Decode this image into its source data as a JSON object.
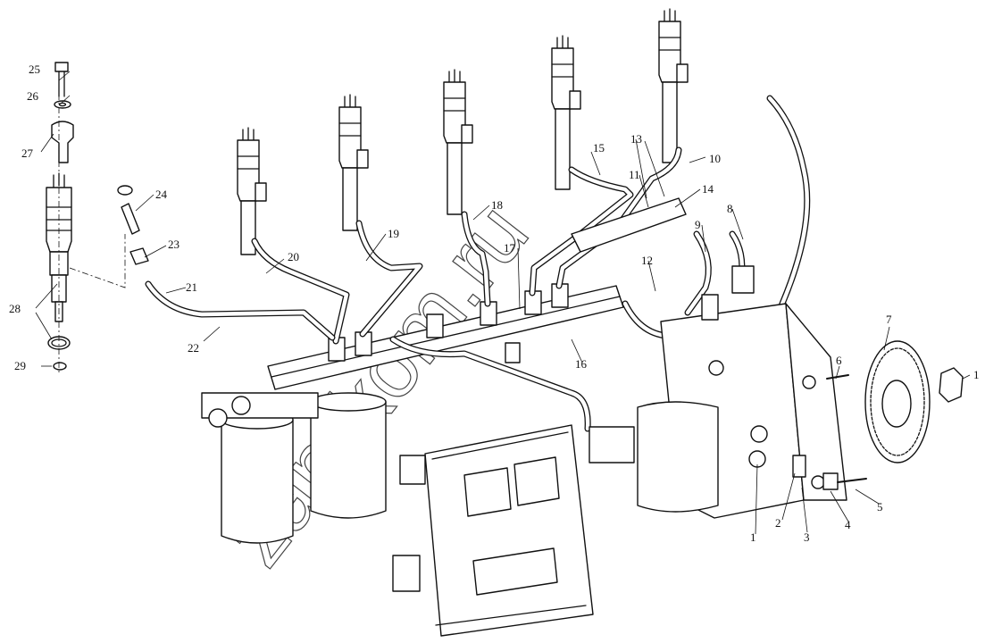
{
  "diagram": {
    "callouts": [
      {
        "id": "c1",
        "label": "1"
      },
      {
        "id": "c1b",
        "label": "1"
      },
      {
        "id": "c2",
        "label": "2"
      },
      {
        "id": "c3",
        "label": "3"
      },
      {
        "id": "c4",
        "label": "4"
      },
      {
        "id": "c5",
        "label": "5"
      },
      {
        "id": "c6",
        "label": "6"
      },
      {
        "id": "c7",
        "label": "7"
      },
      {
        "id": "c8",
        "label": "8"
      },
      {
        "id": "c9",
        "label": "9"
      },
      {
        "id": "c10",
        "label": "10"
      },
      {
        "id": "c11",
        "label": "11"
      },
      {
        "id": "c12",
        "label": "12"
      },
      {
        "id": "c13",
        "label": "13"
      },
      {
        "id": "c14",
        "label": "14"
      },
      {
        "id": "c15",
        "label": "15"
      },
      {
        "id": "c16",
        "label": "16"
      },
      {
        "id": "c17",
        "label": "17"
      },
      {
        "id": "c18",
        "label": "18"
      },
      {
        "id": "c19",
        "label": "19"
      },
      {
        "id": "c20",
        "label": "20"
      },
      {
        "id": "c21",
        "label": "21"
      },
      {
        "id": "c22",
        "label": "22"
      },
      {
        "id": "c23",
        "label": "23"
      },
      {
        "id": "c24",
        "label": "24"
      },
      {
        "id": "c25",
        "label": "25"
      },
      {
        "id": "c26",
        "label": "26"
      },
      {
        "id": "c27",
        "label": "27"
      },
      {
        "id": "c28",
        "label": "28"
      },
      {
        "id": "c29",
        "label": "29"
      }
    ],
    "watermark": "zap-kom.ru"
  },
  "colors": {
    "line": "#111111",
    "background": "#ffffff",
    "watermark": "#444444"
  }
}
